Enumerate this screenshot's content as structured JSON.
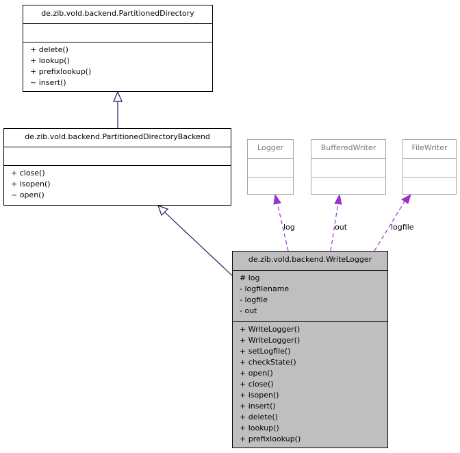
{
  "classes": {
    "partitioned_directory": {
      "name": "de.zib.vold.backend.PartitionedDirectory",
      "attributes": [],
      "methods": [
        "+ delete()",
        "+ lookup()",
        "+ prefixlookup()",
        "~ insert()"
      ]
    },
    "partitioned_directory_backend": {
      "name": "de.zib.vold.backend.PartitionedDirectoryBackend",
      "attributes": [],
      "methods": [
        "+ close()",
        "+ isopen()",
        "~ open()"
      ]
    },
    "logger": {
      "name": "Logger"
    },
    "buffered_writer": {
      "name": "BufferedWriter"
    },
    "file_writer": {
      "name": "FileWriter"
    },
    "write_logger": {
      "name": "de.zib.vold.backend.WriteLogger",
      "attributes": [
        "# log",
        "- logfilename",
        "- logfile",
        "- out"
      ],
      "methods": [
        "+ WriteLogger()",
        "+ WriteLogger()",
        "+ setLogfile()",
        "+ checkState()",
        "+ open()",
        "+ close()",
        "+ isopen()",
        "+ insert()",
        "+ delete()",
        "+ lookup()",
        "+ prefixlookup()"
      ]
    }
  },
  "edge_labels": {
    "log": "log",
    "out": "out",
    "logfile": "logfile"
  },
  "colors": {
    "inheritance": "#191970",
    "association": "#9a32cd",
    "focus_fill": "#bfbfbf",
    "external_border": "#a6a6a6"
  }
}
